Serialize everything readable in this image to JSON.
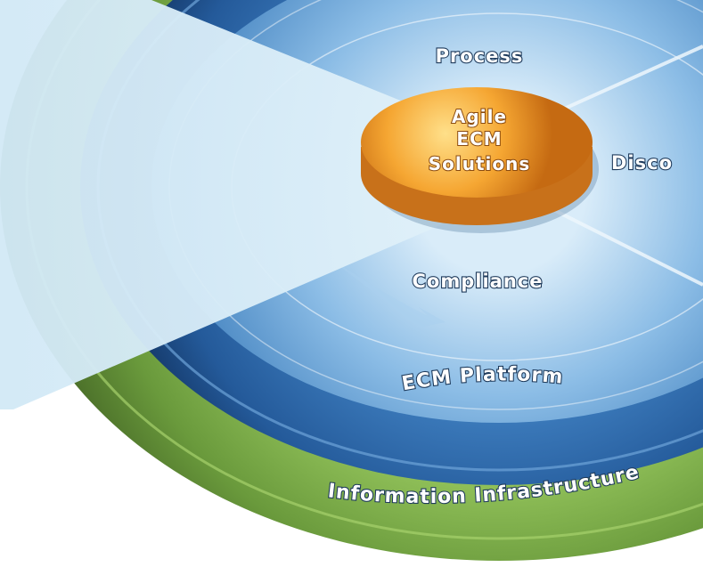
{
  "diagram": {
    "hub": {
      "lines": [
        "Agile",
        "ECM",
        "Solutions"
      ]
    },
    "segments": {
      "process": "Process",
      "discovery": "Disco",
      "compliance": "Compliance"
    },
    "rings": {
      "platform": "ECM Platform",
      "infrastructure": "Information Infrastructure"
    },
    "colors": {
      "infrastructure_outer": "#4a6b2a",
      "infrastructure_inner": "#7aa84a",
      "platform_outer": "#1d4b82",
      "platform_inner": "#3a79b8",
      "segments": "#7fb3e0",
      "hub": "#f0a030",
      "overlay": "#d6ecf7"
    }
  }
}
